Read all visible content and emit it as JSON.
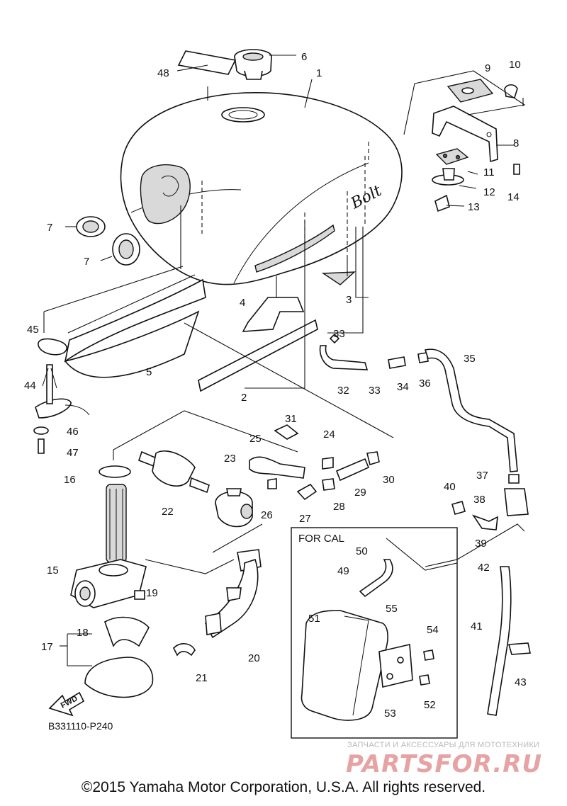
{
  "diagram_code": "B331110-P240",
  "copyright": "©2015 Yamaha Motor Corporation, U.S.A. All rights reserved.",
  "for_cal_label": "FOR CAL",
  "fwd_label": "FWD",
  "watermark": {
    "tagline": "ЗАПЧАСТИ И АКСЕССУАРЫ ДЛЯ МОТОТЕХНИКИ",
    "logo": "PARTSFOR.RU"
  },
  "callouts": [
    "48",
    "6",
    "1",
    "9",
    "10",
    "8",
    "11",
    "12",
    "13",
    "14",
    "7",
    "7",
    "4",
    "3",
    "45",
    "5",
    "2",
    "33",
    "32",
    "33",
    "34",
    "36",
    "35",
    "44",
    "46",
    "47",
    "31",
    "24",
    "25",
    "16",
    "23",
    "22",
    "26",
    "27",
    "28",
    "29",
    "30",
    "37",
    "40",
    "38",
    "39",
    "15",
    "19",
    "18",
    "17",
    "20",
    "21",
    "50",
    "49",
    "55",
    "51",
    "54",
    "53",
    "52",
    "42",
    "41",
    "43"
  ]
}
